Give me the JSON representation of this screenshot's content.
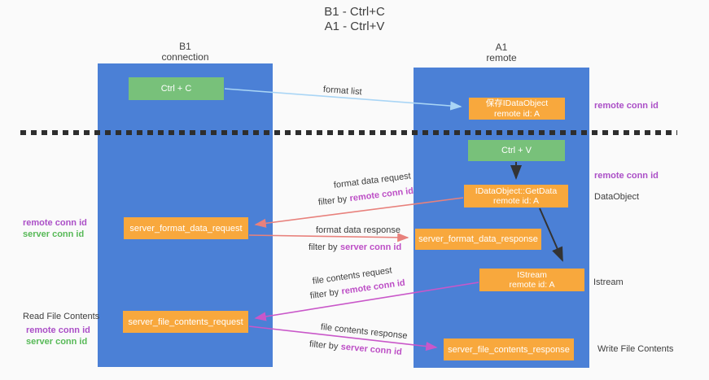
{
  "title": {
    "line1": "B1 - Ctrl+C",
    "line2": "A1 - Ctrl+V"
  },
  "lanes": {
    "b1": {
      "name": "B1",
      "role": "connection"
    },
    "a1": {
      "name": "A1",
      "role": "remote"
    }
  },
  "nodes": {
    "ctrl_c": {
      "label": "Ctrl + C"
    },
    "ctrl_v": {
      "label": "Ctrl + V"
    },
    "save_idataobject": {
      "line1": "保存IDataObject",
      "line2": "remote id: A"
    },
    "getdata": {
      "line1": "IDataObject::GetData",
      "line2": "remote id: A"
    },
    "istream": {
      "line1": "IStream",
      "line2": "remote id: A"
    },
    "server_format_data_request": {
      "label": "server_format_data_request"
    },
    "server_format_data_response": {
      "label": "server_format_data_response"
    },
    "server_file_contents_request": {
      "label": "server_file_contents_request"
    },
    "server_file_contents_response": {
      "label": "server_file_contents_response"
    }
  },
  "arrow_labels": {
    "format_list": "format list",
    "format_data_request": "format data request",
    "format_data_response": "format data response",
    "file_contents_request": "file contents request",
    "file_contents_response": "file contents response",
    "filter_by": "filter by",
    "remote_conn_id": "remote conn id",
    "server_conn_id": "server conn id"
  },
  "side_labels": {
    "remote_conn_id": "remote conn id",
    "server_conn_id": "server conn id",
    "dataobject": "DataObject",
    "istream": "Istream",
    "read_file_contents": "Read File Contents",
    "write_file_contents": "Write File Contents"
  },
  "colors": {
    "lane_blue": "#4b80d6",
    "node_orange": "#f8a83d",
    "node_green": "#78c17a",
    "arrow_light_blue": "#a9d5f5",
    "arrow_salmon": "#e8817c",
    "arrow_magenta": "#c957c9",
    "arrow_black": "#333333",
    "text_purple": "#ab4fc7",
    "text_green": "#57b957",
    "background": "#fafafa"
  }
}
